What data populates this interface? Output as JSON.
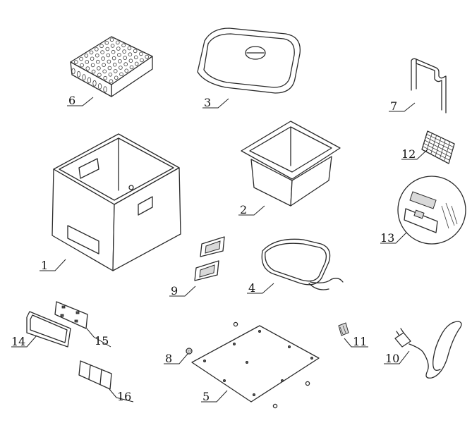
{
  "parts": {
    "p1": {
      "number": "1"
    },
    "p2": {
      "number": "2"
    },
    "p3": {
      "number": "3"
    },
    "p4": {
      "number": "4"
    },
    "p5": {
      "number": "5"
    },
    "p6": {
      "number": "6"
    },
    "p7": {
      "number": "7"
    },
    "p8": {
      "number": "8"
    },
    "p9": {
      "number": "9"
    },
    "p10": {
      "number": "10"
    },
    "p11": {
      "number": "11"
    },
    "p12": {
      "number": "12"
    },
    "p13": {
      "number": "13"
    },
    "p14": {
      "number": "14"
    },
    "p15": {
      "number": "15"
    },
    "p16": {
      "number": "16"
    }
  }
}
